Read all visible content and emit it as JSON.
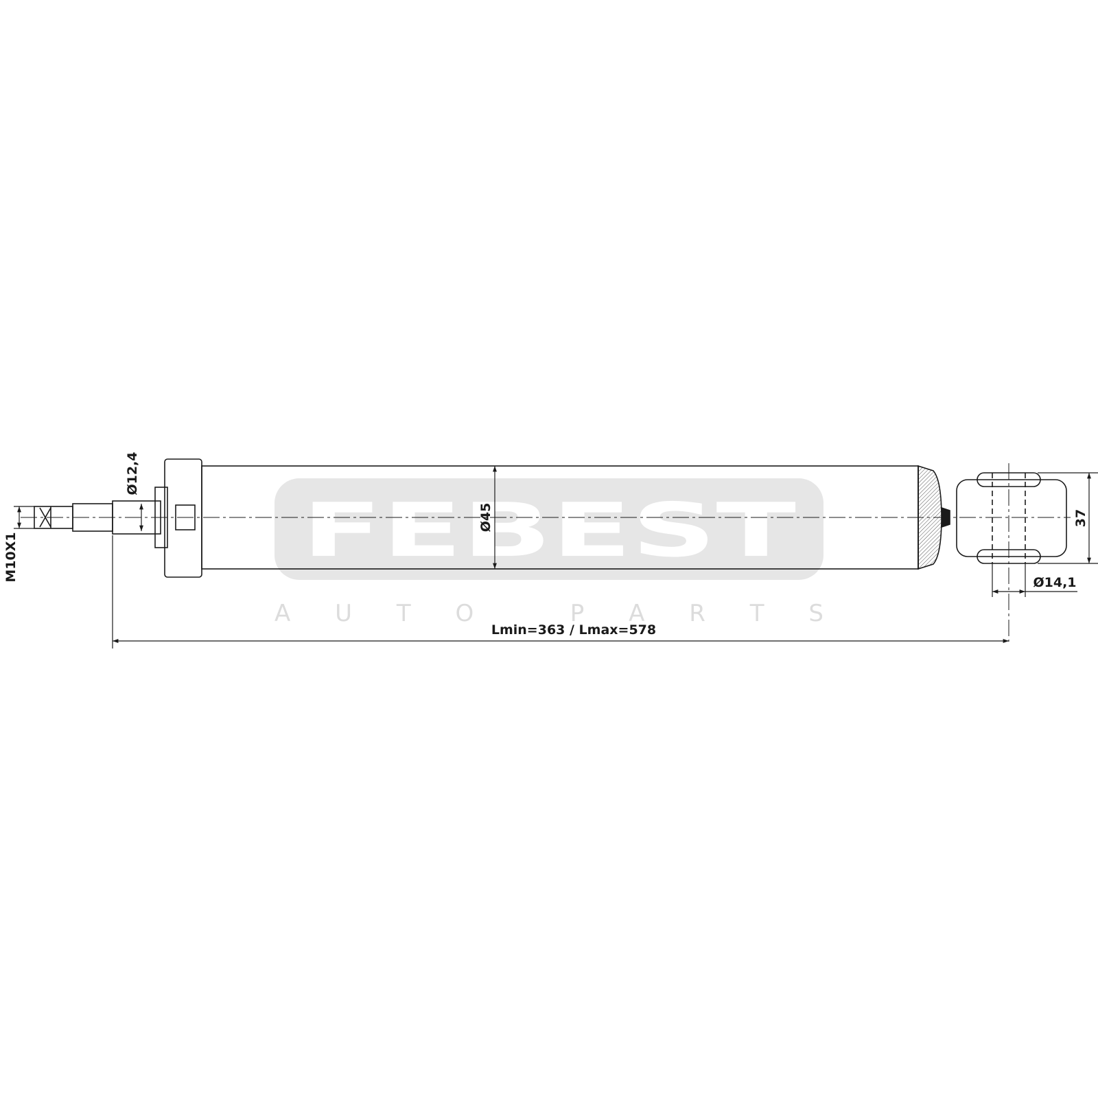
{
  "watermark": {
    "brand": "FEBEST",
    "tagline": "A U T O   P A R T S",
    "colors": {
      "badge": "#e6e6e6",
      "tagline": "#dcdcdc"
    }
  },
  "dimensions": {
    "thread": "M10X1",
    "rod_diameter": "Ø12,4",
    "body_diameter": "Ø45",
    "eye_width": "37",
    "eye_bore": "Ø14,1",
    "length": "Lmin=363 / Lmax=578"
  },
  "colors": {
    "line": "#1a1a1a",
    "background": "#ffffff"
  }
}
